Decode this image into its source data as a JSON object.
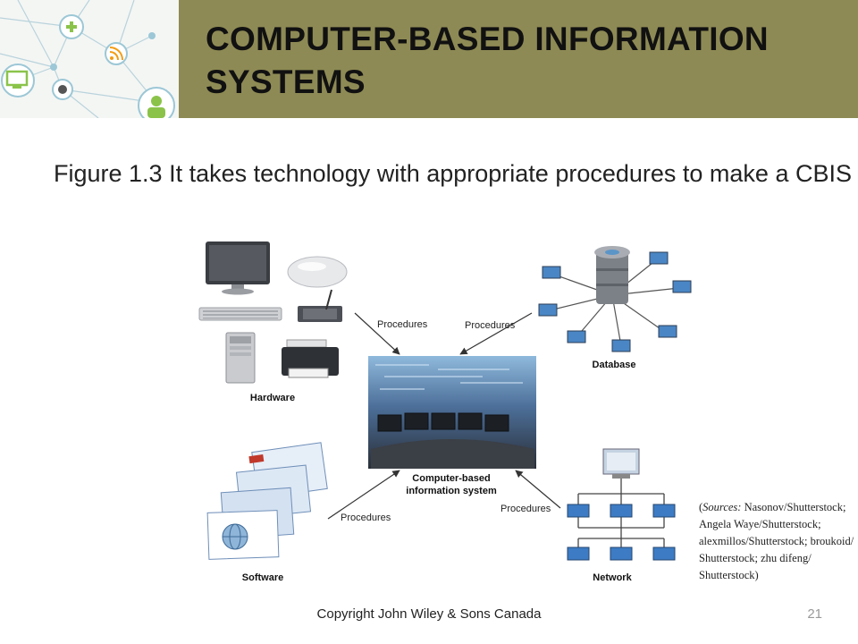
{
  "slide": {
    "title": "COMPUTER-BASED INFORMATION SYSTEMS",
    "caption": "Figure 1.3 It takes technology with appropriate procedures to make a CBIS",
    "footer": "Copyright John Wiley & Sons Canada",
    "page_number": "21"
  },
  "figure": {
    "components": {
      "hardware": "Hardware",
      "database": "Database",
      "software": "Software",
      "network": "Network"
    },
    "center_line1": "Computer-based",
    "center_line2": "information system",
    "procedure_label": "Procedures",
    "sources_prefix": "Sources:",
    "sources_text": "Nasonov/Shutterstock; Angela Waye/Shutterstock; alexmillos/Shutterstock; broukoid/ Shutterstock; zhu difeng/ Shutterstock"
  },
  "colors": {
    "title_bar": "#8e8a55",
    "network_lines": "#9cc7d6",
    "accent_green": "#8bc34a",
    "accent_orange": "#f39c12"
  }
}
